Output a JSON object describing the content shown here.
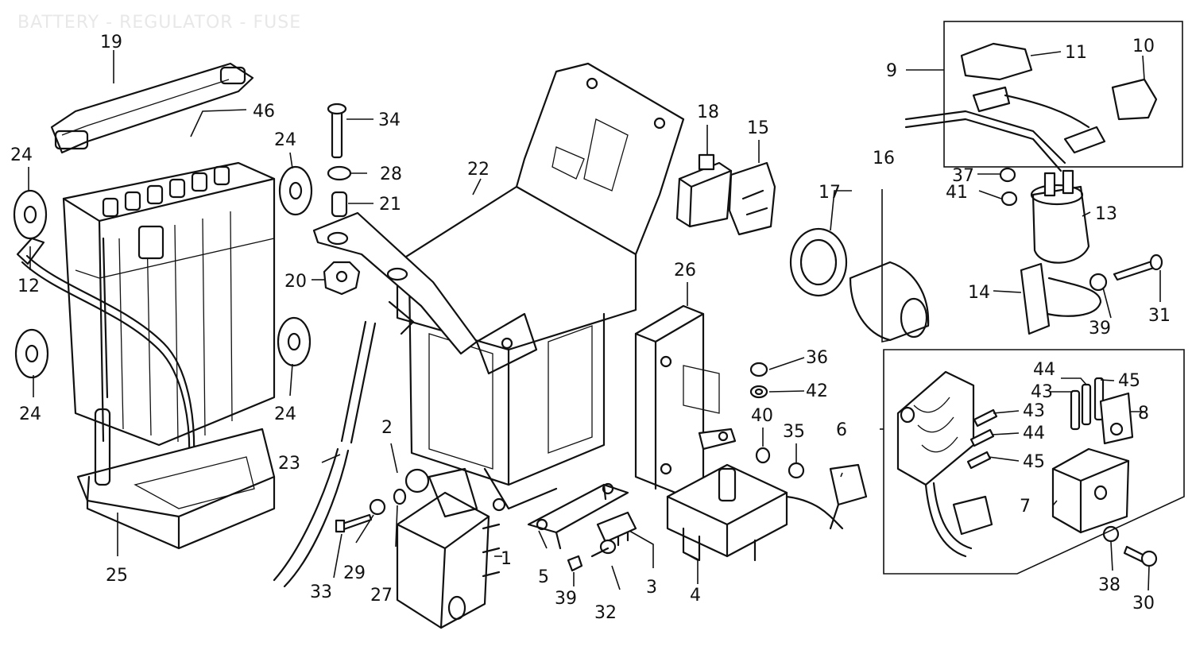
{
  "diagram": {
    "title": "BATTERY - REGULATOR - FUSE",
    "callouts": [
      "1",
      "2",
      "3",
      "4",
      "5",
      "6",
      "7",
      "8",
      "9",
      "10",
      "11",
      "12",
      "13",
      "14",
      "15",
      "16",
      "17",
      "18",
      "19",
      "20",
      "21",
      "22",
      "23",
      "24",
      "25",
      "26",
      "27",
      "28",
      "29",
      "30",
      "31",
      "32",
      "33",
      "34",
      "35",
      "36",
      "37",
      "38",
      "39",
      "40",
      "41",
      "42",
      "43",
      "44",
      "45",
      "46"
    ]
  }
}
